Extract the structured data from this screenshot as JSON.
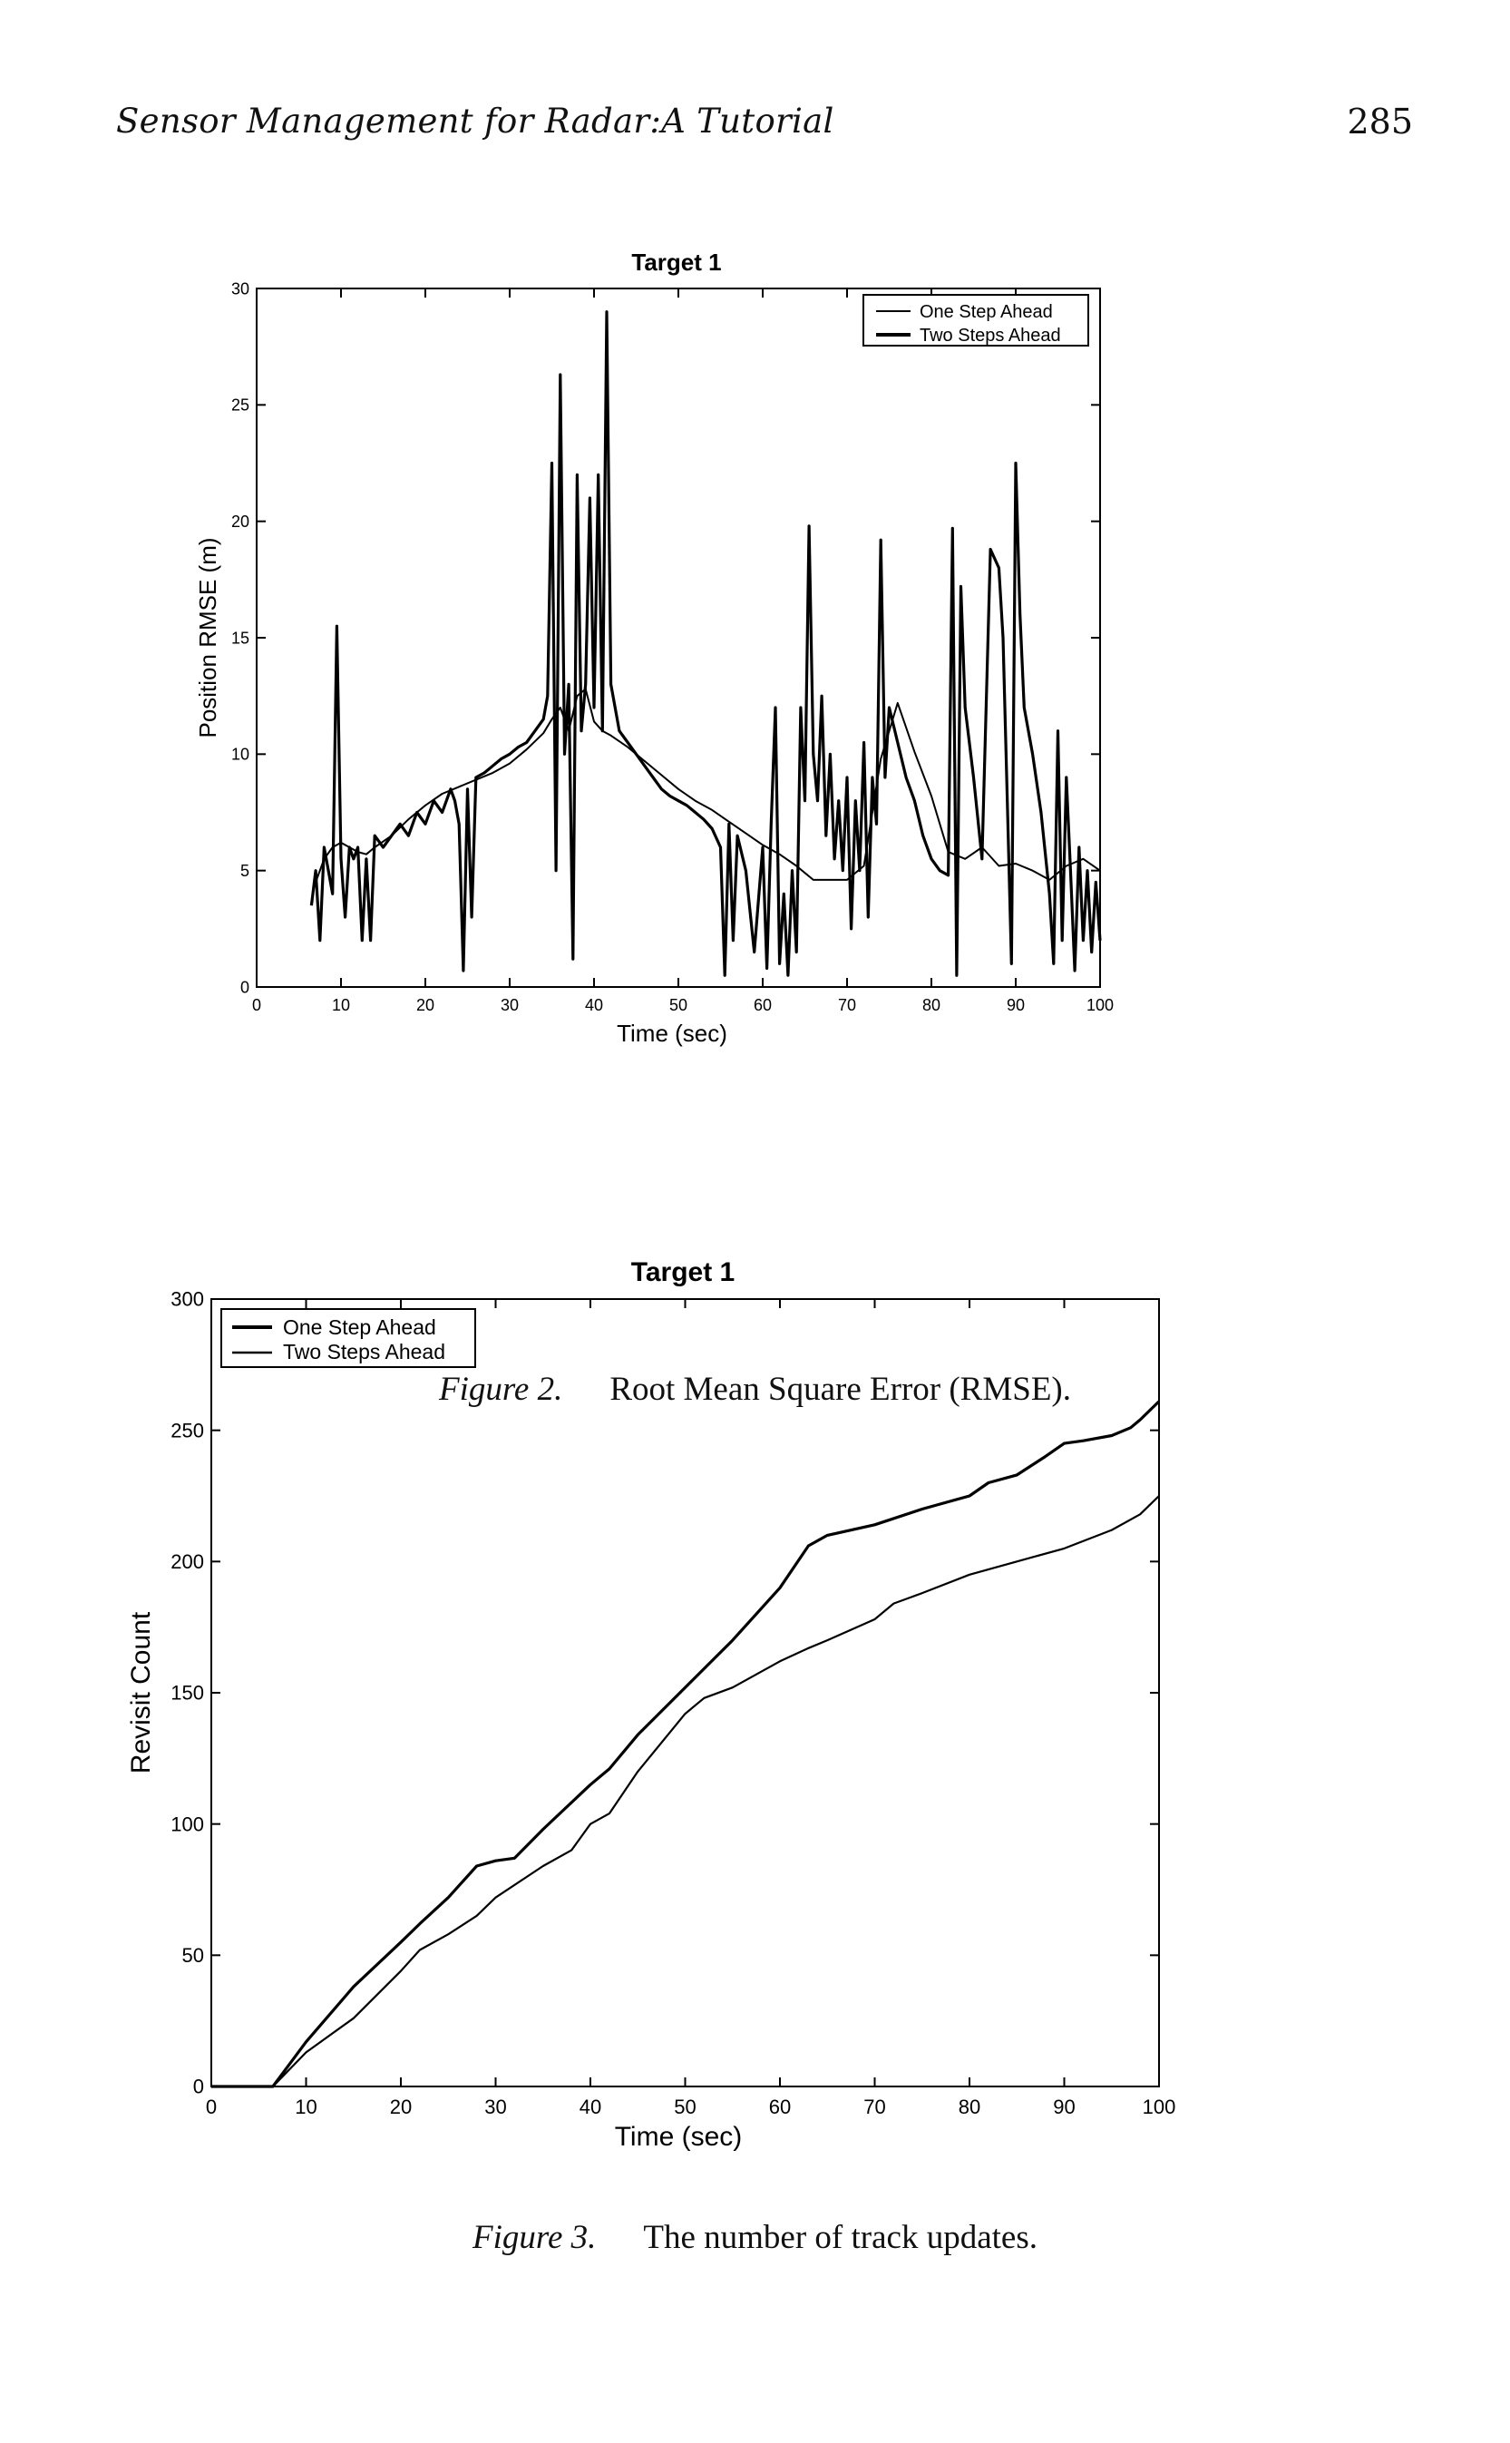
{
  "header": {
    "running_title": "Sensor Management for Radar:A Tutorial",
    "page_number": "285"
  },
  "captions": [
    {
      "label": "Figure 2.",
      "text": "Root Mean Square Error (RMSE)."
    },
    {
      "label": "Figure 3.",
      "text": "The number of track updates."
    }
  ],
  "chart_data": [
    {
      "type": "line",
      "title": "Target 1",
      "xlabel": "Time (sec)",
      "ylabel": "Position RMSE (m)",
      "xlim": [
        0,
        100
      ],
      "ylim": [
        0,
        30
      ],
      "xticks": [
        "0",
        "10",
        "20",
        "30",
        "40",
        "50",
        "60",
        "70",
        "80",
        "90",
        "100"
      ],
      "yticks": [
        "0",
        "5",
        "10",
        "15",
        "20",
        "25",
        "30"
      ],
      "legend_position": "top-right",
      "grid": false,
      "series": [
        {
          "name": "One Step Ahead",
          "x": [
            7,
            8,
            9,
            10,
            11,
            12,
            13,
            14,
            16,
            18,
            20,
            22,
            24,
            26,
            28,
            30,
            32,
            34,
            35,
            36,
            37,
            38,
            39,
            40,
            41,
            42,
            44,
            46,
            48,
            50,
            52,
            54,
            56,
            58,
            60,
            62,
            64,
            66,
            68,
            70,
            72,
            74,
            76,
            78,
            80,
            82,
            84,
            86,
            88,
            90,
            92,
            94,
            96,
            98,
            100
          ],
          "y": [
            4.5,
            5.5,
            6,
            6.2,
            6,
            5.8,
            5.7,
            6,
            6.5,
            7.2,
            7.8,
            8.3,
            8.6,
            8.9,
            9.2,
            9.6,
            10.2,
            10.9,
            11.5,
            12,
            11,
            12.5,
            12.8,
            11.4,
            11,
            10.8,
            10.3,
            9.7,
            9.1,
            8.5,
            8,
            7.6,
            7.1,
            6.6,
            6.1,
            5.7,
            5.2,
            4.6,
            4.6,
            4.6,
            5.2,
            9.8,
            12.2,
            10.1,
            8.2,
            5.8,
            5.5,
            6,
            5.2,
            5.3,
            5,
            4.6,
            5.2,
            5.5,
            5
          ]
        },
        {
          "name": "Two Steps Ahead",
          "x": [
            6.5,
            7,
            7.5,
            8,
            8.5,
            9,
            9.5,
            10,
            10.5,
            11,
            11.5,
            12,
            12.5,
            13,
            13.5,
            14,
            15,
            16,
            17,
            18,
            19,
            20,
            21,
            22,
            23,
            23.5,
            24,
            24.5,
            25,
            25.5,
            26,
            27,
            28,
            29,
            30,
            31,
            32,
            33,
            34,
            34.5,
            35,
            35.5,
            36,
            36.5,
            37,
            37.5,
            38,
            38.5,
            39,
            39.5,
            40,
            40.5,
            41,
            41.5,
            42,
            43,
            44,
            45,
            46,
            47,
            48,
            49,
            50,
            51,
            52,
            53,
            54,
            55,
            55.5,
            56,
            56.5,
            57,
            58,
            59,
            60,
            60.5,
            61,
            61.5,
            62,
            62.5,
            63,
            63.5,
            64,
            64.5,
            65,
            65.5,
            66,
            66.5,
            67,
            67.5,
            68,
            68.5,
            69,
            69.5,
            70,
            70.5,
            71,
            71.5,
            72,
            72.5,
            73,
            73.5,
            74,
            74.5,
            75,
            76,
            77,
            78,
            79,
            80,
            81,
            82,
            82.5,
            83,
            83.5,
            84,
            85,
            86,
            87,
            88,
            88.5,
            89,
            89.5,
            90,
            90.5,
            91,
            92,
            93,
            94,
            94.5,
            95,
            95.5,
            96,
            96.5,
            97,
            97.5,
            98,
            98.5,
            99,
            99.5,
            100
          ],
          "y": [
            3.5,
            5,
            2,
            6,
            5,
            4,
            15.5,
            5.5,
            3,
            6,
            5.5,
            6,
            2,
            5.5,
            2,
            6.5,
            6,
            6.5,
            7,
            6.5,
            7.5,
            7,
            8,
            7.5,
            8.5,
            8,
            7,
            0.7,
            8.5,
            3,
            9,
            9.2,
            9.5,
            9.8,
            10,
            10.3,
            10.5,
            11,
            11.5,
            12.5,
            22.5,
            5,
            26.3,
            10,
            13,
            1.2,
            22,
            11,
            13,
            21,
            12,
            22,
            11,
            29,
            13,
            11,
            10.5,
            10,
            9.5,
            9,
            8.5,
            8.2,
            8,
            7.8,
            7.5,
            7.2,
            6.8,
            6,
            0.5,
            7,
            2,
            6.5,
            5,
            1.5,
            6,
            0.8,
            7,
            12,
            1,
            4,
            0.5,
            5,
            1.5,
            12,
            8,
            19.8,
            10,
            8,
            12.5,
            6.5,
            10,
            5.5,
            8,
            5,
            9,
            2.5,
            8,
            5,
            10.5,
            3,
            9,
            7,
            19.2,
            9,
            12,
            10.5,
            9,
            8,
            6.5,
            5.5,
            5,
            4.8,
            19.7,
            0.5,
            17.2,
            12,
            9,
            5.5,
            18.8,
            18,
            15,
            8,
            1,
            22.5,
            16,
            12,
            10,
            7.5,
            4,
            1,
            11,
            2,
            9,
            5,
            0.7,
            6,
            2,
            5,
            1.5,
            4.5,
            2
          ]
        }
      ]
    },
    {
      "type": "line",
      "title": "Target 1",
      "xlabel": "Time (sec)",
      "ylabel": "Revisit Count",
      "xlim": [
        0,
        100
      ],
      "ylim": [
        0,
        300
      ],
      "xticks": [
        "0",
        "10",
        "20",
        "30",
        "40",
        "50",
        "60",
        "70",
        "80",
        "90",
        "100"
      ],
      "yticks": [
        "0",
        "50",
        "100",
        "150",
        "200",
        "250",
        "300"
      ],
      "legend_position": "top-left",
      "grid": false,
      "series": [
        {
          "name": "One Step Ahead",
          "x": [
            0,
            6.5,
            10,
            15,
            20,
            22,
            25,
            28,
            30,
            32,
            35,
            40,
            42,
            45,
            50,
            55,
            60,
            63,
            65,
            70,
            75,
            80,
            82,
            85,
            88,
            90,
            92,
            95,
            97,
            98,
            100
          ],
          "y": [
            0,
            0,
            17,
            38,
            55,
            62,
            72,
            84,
            86,
            87,
            98,
            115,
            121,
            134,
            152,
            170,
            190,
            206,
            210,
            214,
            220,
            225,
            230,
            233,
            240,
            245,
            246,
            248,
            251,
            254,
            261
          ]
        },
        {
          "name": "Two Steps Ahead",
          "x": [
            0,
            6.5,
            10,
            15,
            20,
            22,
            25,
            28,
            30,
            35,
            38,
            40,
            42,
            45,
            50,
            52,
            55,
            60,
            63,
            65,
            70,
            72,
            75,
            80,
            85,
            90,
            95,
            98,
            100
          ],
          "y": [
            0,
            0,
            13,
            26,
            44,
            52,
            58,
            65,
            72,
            84,
            90,
            100,
            104,
            120,
            142,
            148,
            152,
            162,
            167,
            170,
            178,
            184,
            188,
            195,
            200,
            205,
            212,
            218,
            225
          ]
        }
      ]
    }
  ]
}
